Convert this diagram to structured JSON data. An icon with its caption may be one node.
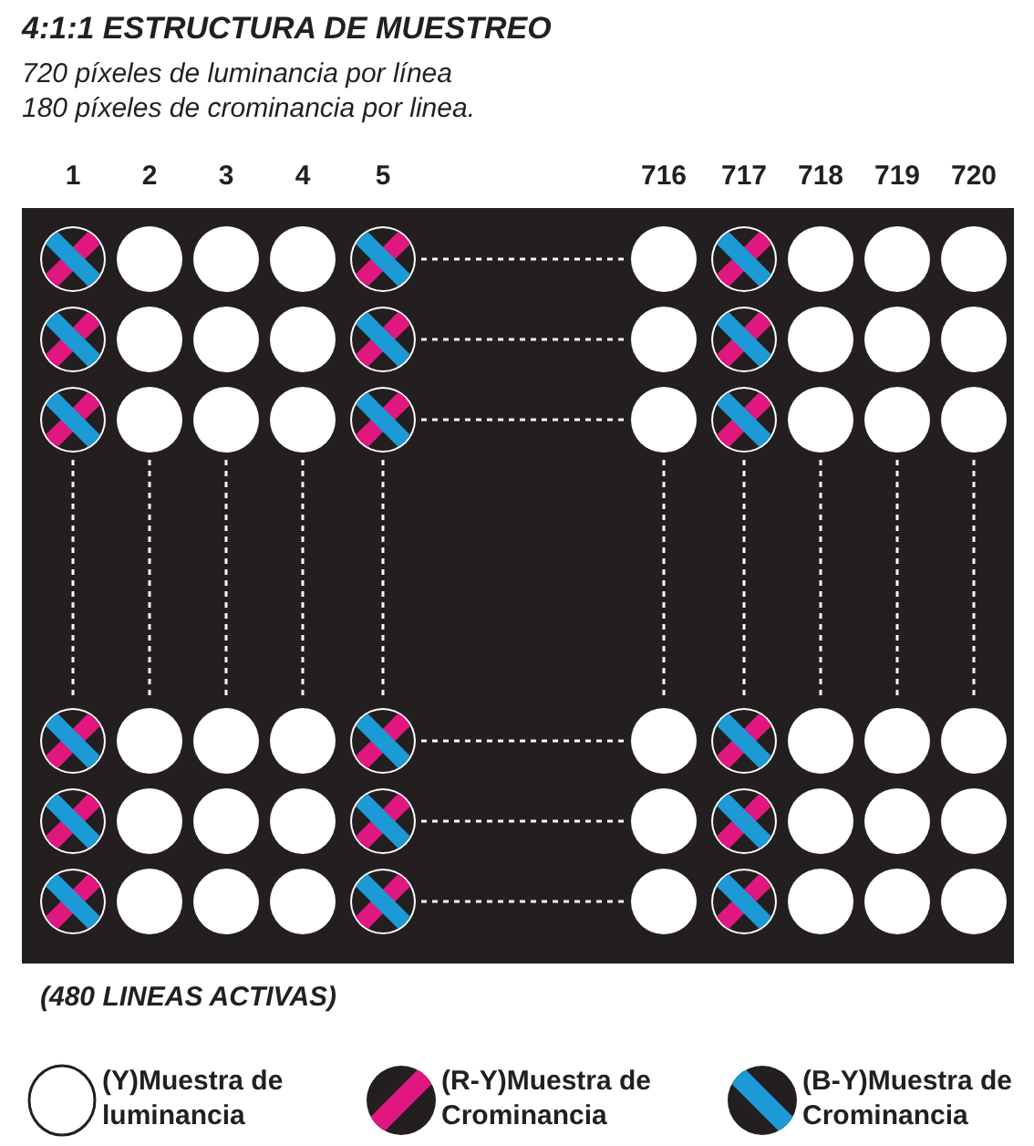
{
  "diagram": {
    "title": "4:1:1 ESTRUCTURA DE MUESTREO",
    "labels": [
      "720 píxeles de luminancia por línea",
      "180 píxeles de crominancia por linea.",
      "1",
      "2",
      "3",
      "4",
      "5",
      "716",
      "717",
      "718",
      "719",
      "720",
      "(480 LINEAS ACTIVAS)"
    ],
    "legend": [
      {
        "text": "(Y)Muestra de luminancia"
      },
      {
        "text": "(R-Y)Muestra de Crominancia"
      },
      {
        "text": "(B-Y)Muestra de Crominancia"
      }
    ]
  }
}
